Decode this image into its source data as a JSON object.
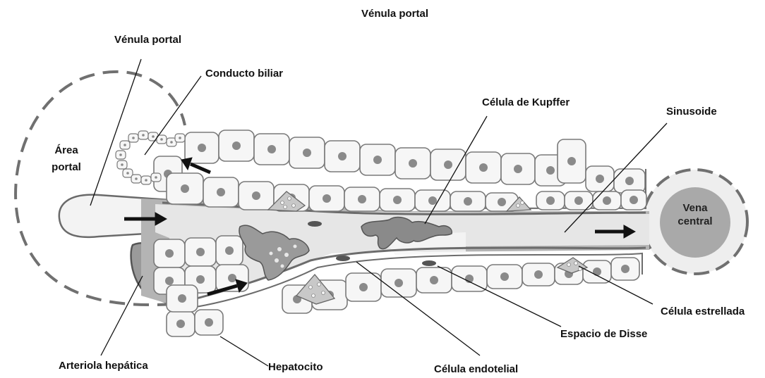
{
  "labels": {
    "top_title": "Vénula portal",
    "venula_portal": "Vénula portal",
    "conducto_biliar": "Conducto biliar",
    "area_portal_line1": "Área",
    "area_portal_line2": "portal",
    "celula_kupffer": "Célula de Kupffer",
    "sinusoide": "Sinusoide",
    "vena_central_line1": "Vena",
    "vena_central_line2": "central",
    "celula_estrellada": "Célula estrellada",
    "espacio_disse": "Espacio de Disse",
    "celula_endotelial": "Célula endotelial",
    "hepatocito": "Hepatocito",
    "arteriola_hepatica": "Arteriola hepática"
  },
  "colors": {
    "hepatocyte_fill": "#f6f6f6",
    "hepatocyte_stroke": "#7a7a7a",
    "nucleus": "#8a8a8a",
    "sinusoid": "#e4e4e4",
    "disse": "#b0b0b0",
    "vena_central": "#a9a9a9",
    "dashed_border": "#707070",
    "arrow": "#111111"
  }
}
